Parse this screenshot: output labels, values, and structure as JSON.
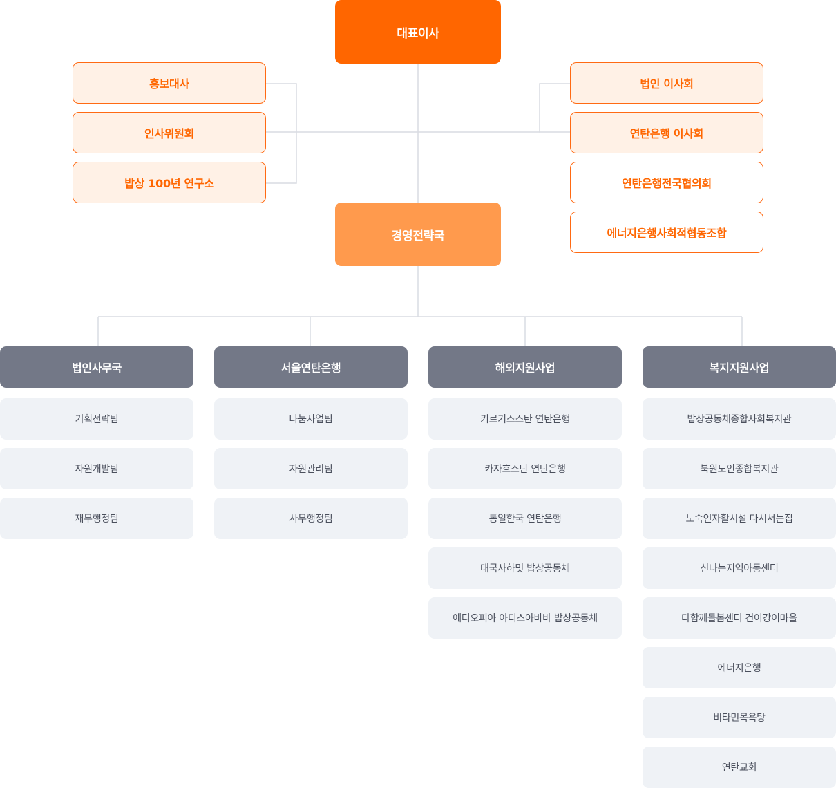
{
  "ceo": "대표이사",
  "advisory_left": [
    "홍보대사",
    "인사위원회",
    "밥상 100년 연구소"
  ],
  "advisory_right": [
    "법인 이사회",
    "연탄은행 이사회",
    "연탄은행전국협의회",
    "에너지은행사회적협동조합"
  ],
  "strategy": "경영전략국",
  "departments": [
    {
      "name": "법인사무국",
      "teams": [
        "기획전략팀",
        "자원개발팀",
        "재무행정팀"
      ]
    },
    {
      "name": "서울연탄은행",
      "teams": [
        "나눔사업팀",
        "자원관리팀",
        "사무행정팀"
      ]
    },
    {
      "name": "해외지원사업",
      "teams": [
        "키르기스스탄 연탄은행",
        "카자흐스탄 연탄은행",
        "통일한국 연탄은행",
        "태국사하밋 밥상공동체",
        "에티오피아 아디스아바바 밥상공동체"
      ]
    },
    {
      "name": "복지지원사업",
      "teams": [
        "밥상공동체종합사회복지관",
        "북원노인종합복지관",
        "노숙인자활시설 다시서는집",
        "신나는지역아동센터",
        "다함께돌봄센터 건이강이마을",
        "에너지은행",
        "비타민목욕탕",
        "연탄교회"
      ]
    }
  ],
  "colors": {
    "ceo": "#ff6600",
    "strategy": "#ff9a4d",
    "advisory_border": "#ff6a13",
    "advisory_fill": "#fff1e6",
    "department": "#737887",
    "team_fill": "#eff2f6",
    "connector": "#d9dce2"
  }
}
